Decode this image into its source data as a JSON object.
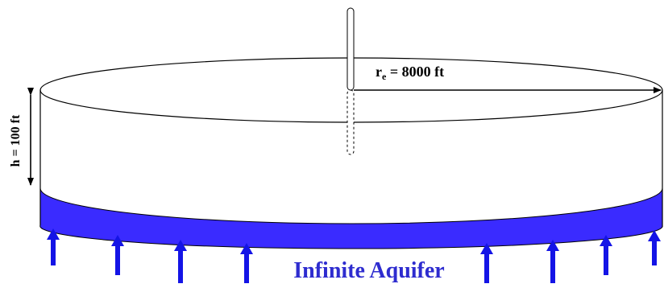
{
  "diagram": {
    "radius_label": {
      "symbol": "r",
      "subscript": "e",
      "rest": " = 8000 ft"
    },
    "height_label": "h = 100 ft",
    "aquifer_label": "Infinite Aquifer",
    "colors": {
      "aquifer": "#3a2bff",
      "aquifer_text": "#2e2ccf",
      "arrows": "#1414e6",
      "outline": "#000000",
      "background": "#ffffff"
    },
    "arrow_count": 8
  }
}
